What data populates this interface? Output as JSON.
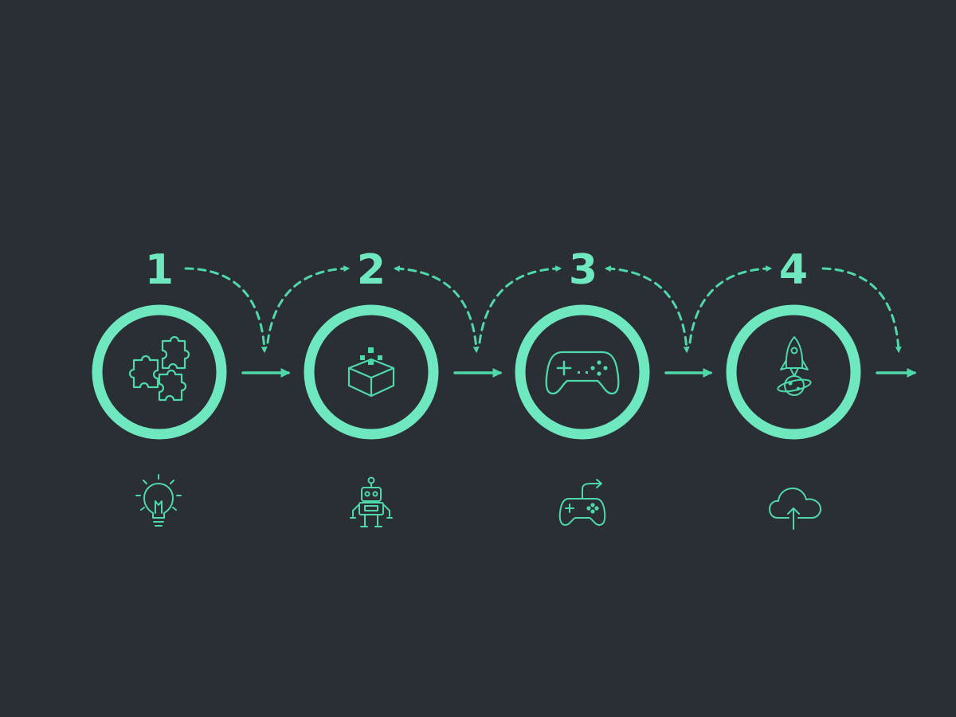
{
  "colors": {
    "background": "#2a2e35",
    "accent": "#4fd8a8",
    "accent_light": "#6fe8bf"
  },
  "steps": [
    {
      "number": "1",
      "main_icon": "puzzle-pieces-icon",
      "sub_icon": "lightbulb-icon"
    },
    {
      "number": "2",
      "main_icon": "pixel-box-icon",
      "sub_icon": "robot-icon"
    },
    {
      "number": "3",
      "main_icon": "gamepad-icon",
      "sub_icon": "gamepad-share-icon"
    },
    {
      "number": "4",
      "main_icon": "rocket-planet-icon",
      "sub_icon": "cloud-upload-icon"
    }
  ]
}
